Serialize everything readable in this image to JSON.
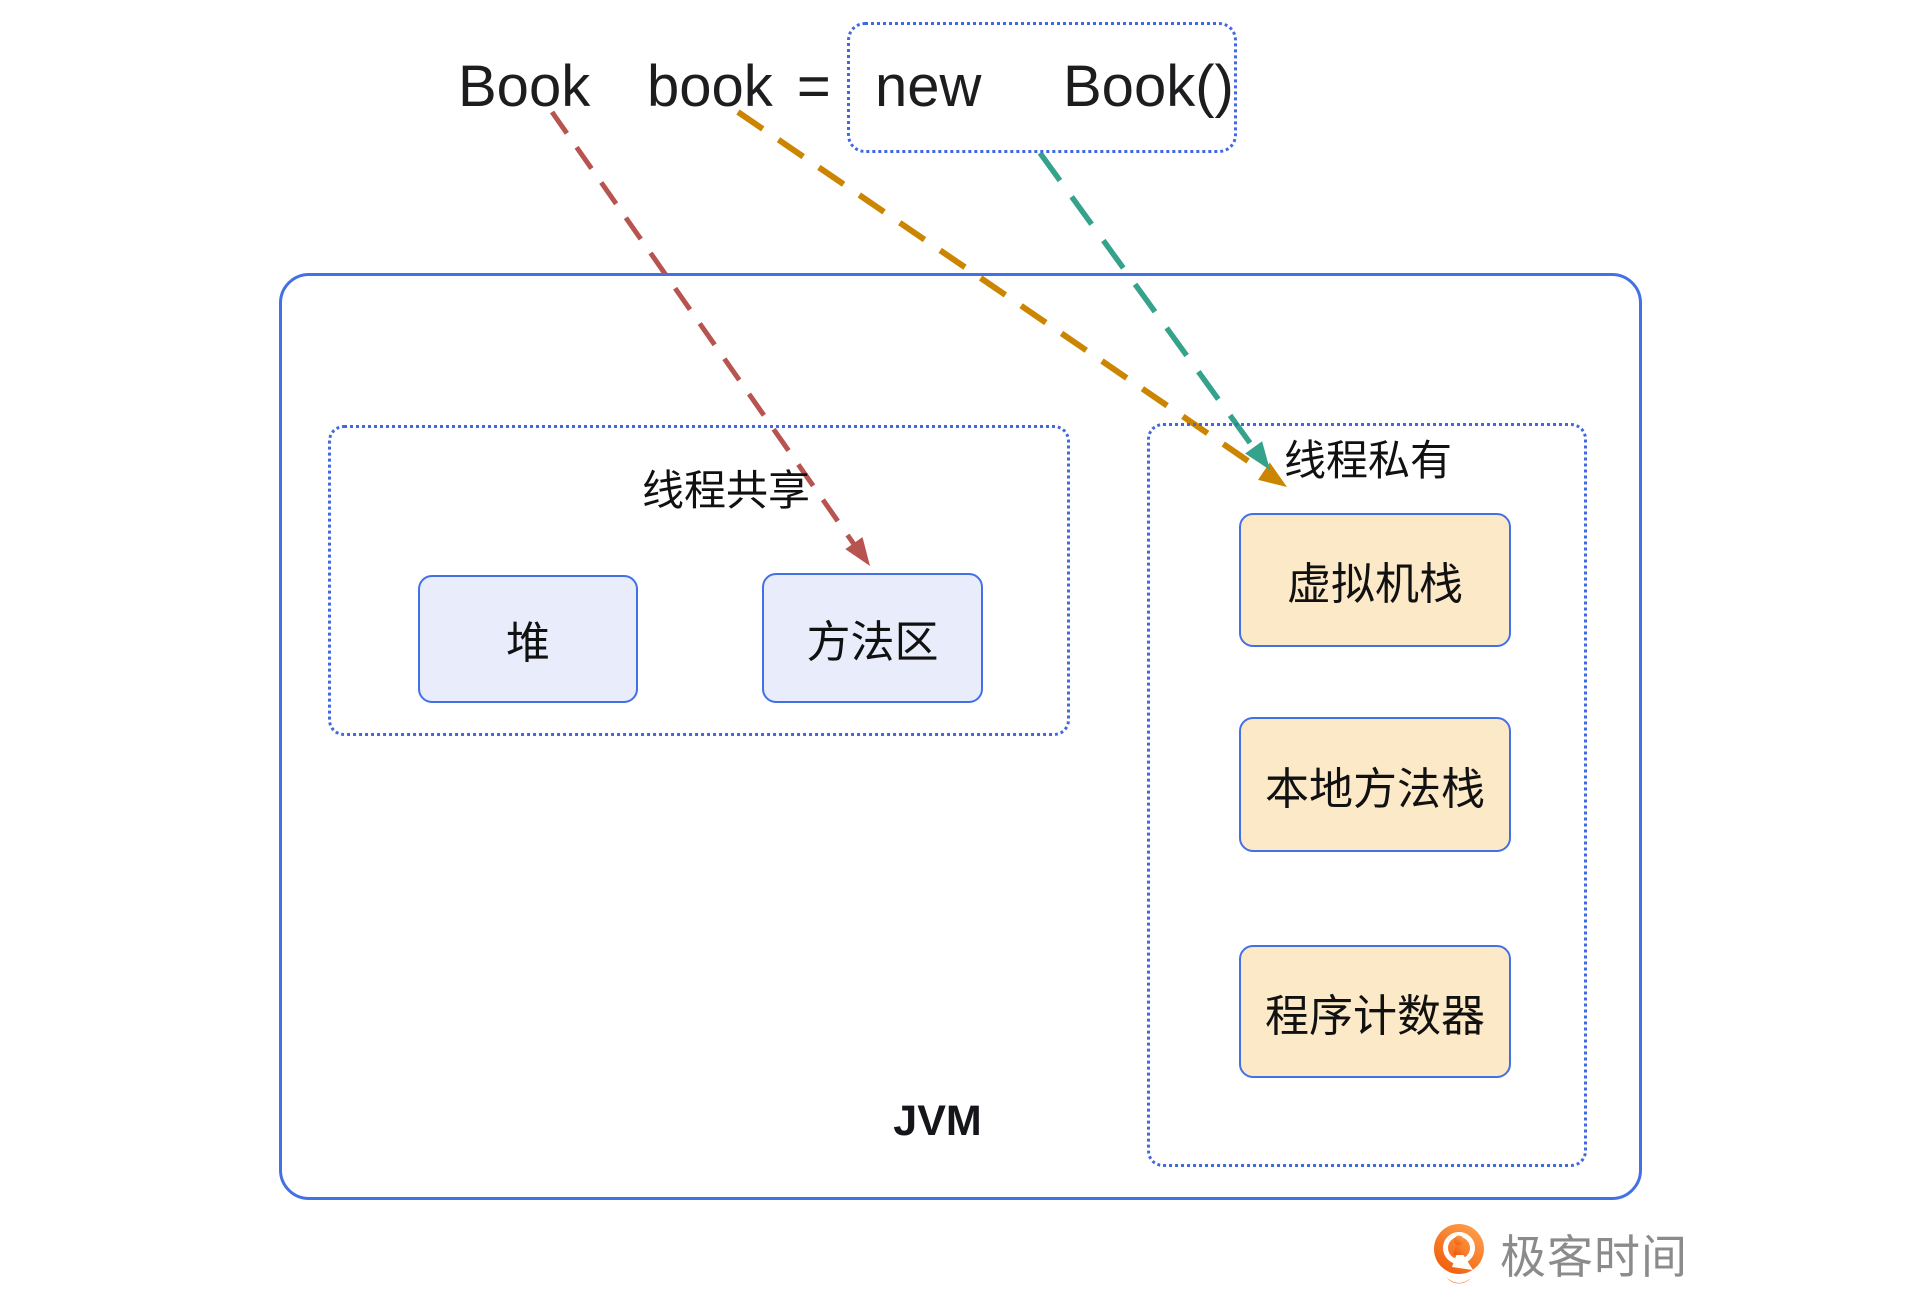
{
  "colors": {
    "solid_blue": "#4371e5",
    "dotted_blue": "#4169df",
    "shared_box_fill": "#e8ecfb",
    "private_box_fill": "#fce9c8",
    "arrow_red": "#b85450",
    "arrow_orange": "#cc8500",
    "arrow_teal": "#35a28c",
    "code_text": "#1d1d1f",
    "logo_text_gray": "#8b8b8b",
    "logo_orange_light": "#ffa14e",
    "logo_orange_dark": "#ef5b0a"
  },
  "code_line": {
    "type_token": "Book",
    "variable_token": "book =",
    "keyword_token": "new",
    "constructor_token": "Book()"
  },
  "jvm": {
    "label": "JVM",
    "thread_shared": {
      "label": "线程共享",
      "boxes": [
        {
          "label": "堆"
        },
        {
          "label": "方法区"
        }
      ]
    },
    "thread_private": {
      "label": "线程私有",
      "boxes": [
        {
          "label": "虚拟机栈"
        },
        {
          "label": "本地方法栈"
        },
        {
          "label": "程序计数器"
        }
      ]
    }
  },
  "logo": {
    "text": "极客时间"
  }
}
